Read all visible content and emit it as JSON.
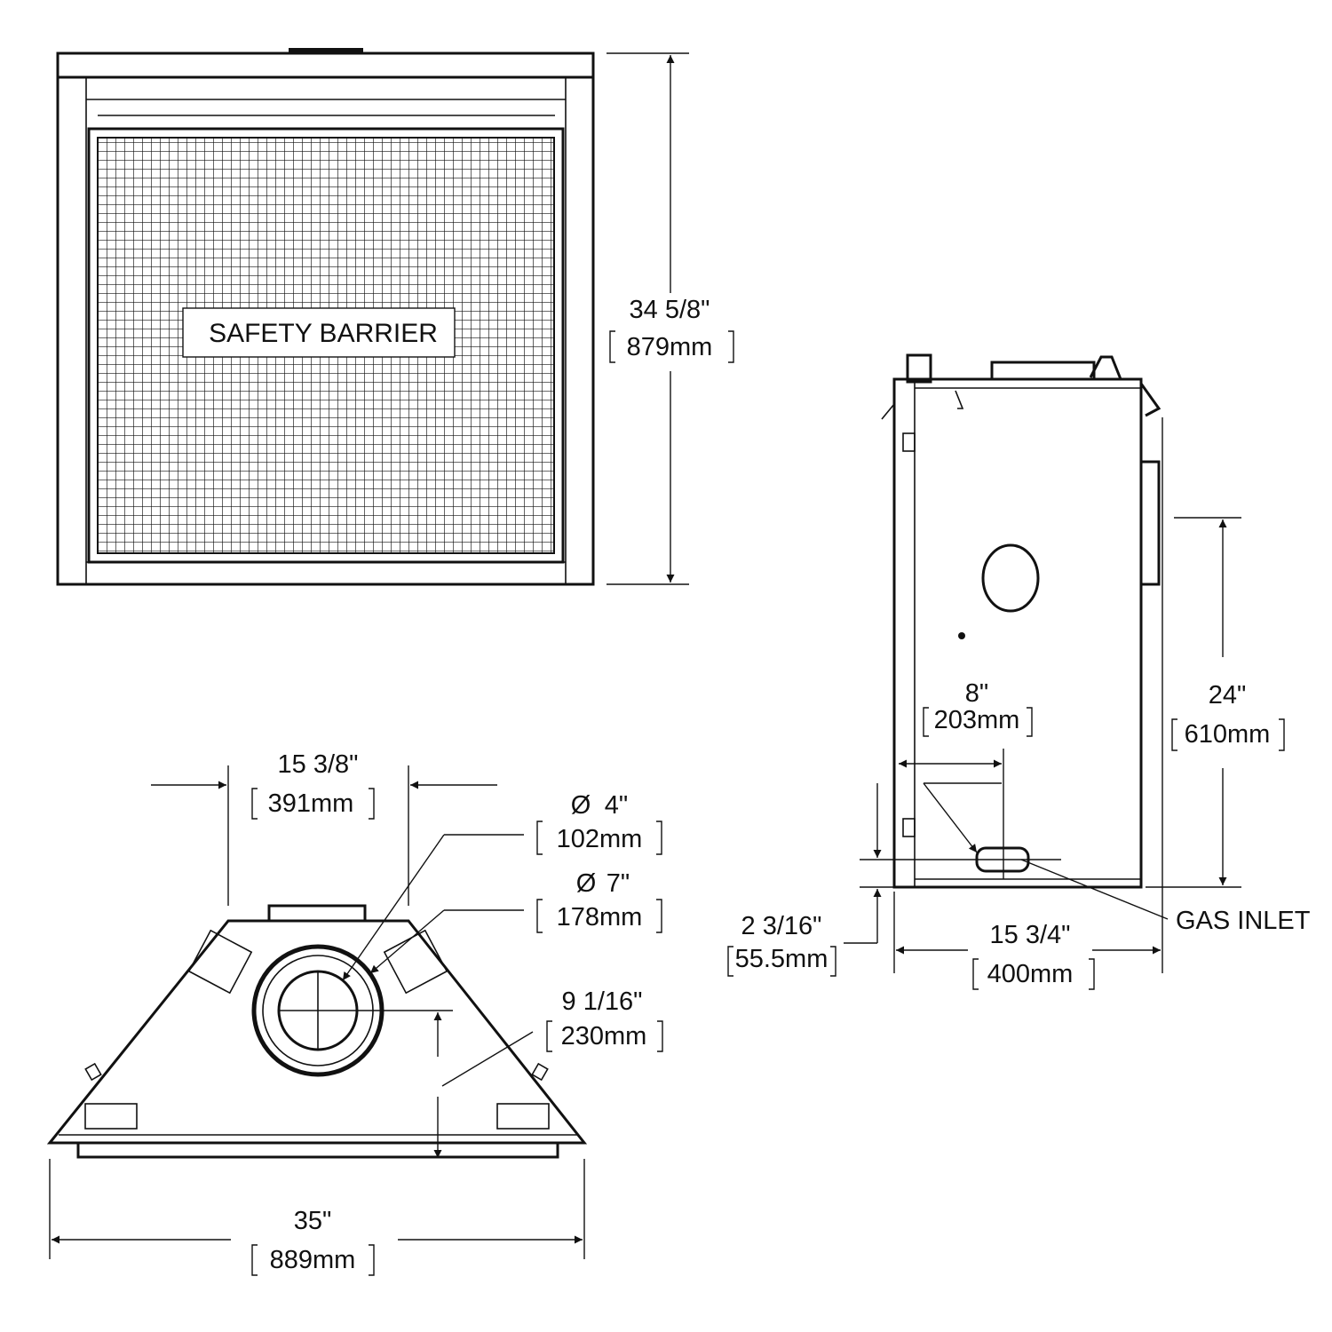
{
  "front_view": {
    "barrier_label": "SAFETY BARRIER",
    "height_in": "34 5/8\"",
    "height_mm": "879mm"
  },
  "side_view": {
    "vent_center_offset_in": "8\"",
    "vent_center_offset_mm": "203mm",
    "vent_height_in": "24\"",
    "vent_height_mm": "610mm",
    "gas_inlet_height_in": "2 3/16\"",
    "gas_inlet_height_mm": "55.5mm",
    "depth_in": "15 3/4\"",
    "depth_mm": "400mm",
    "gas_inlet_label": "GAS INLET"
  },
  "top_view": {
    "rear_width_in": "15 3/8\"",
    "rear_width_mm": "391mm",
    "inner_diameter_in": "4\"",
    "inner_diameter_mm": "102mm",
    "outer_diameter_in": "7\"",
    "outer_diameter_mm": "178mm",
    "vent_depth_in": "9  1/16\"",
    "vent_depth_mm": "230mm",
    "overall_width_in": "35\"",
    "overall_width_mm": "889mm",
    "diameter_symbol": "Ø"
  }
}
